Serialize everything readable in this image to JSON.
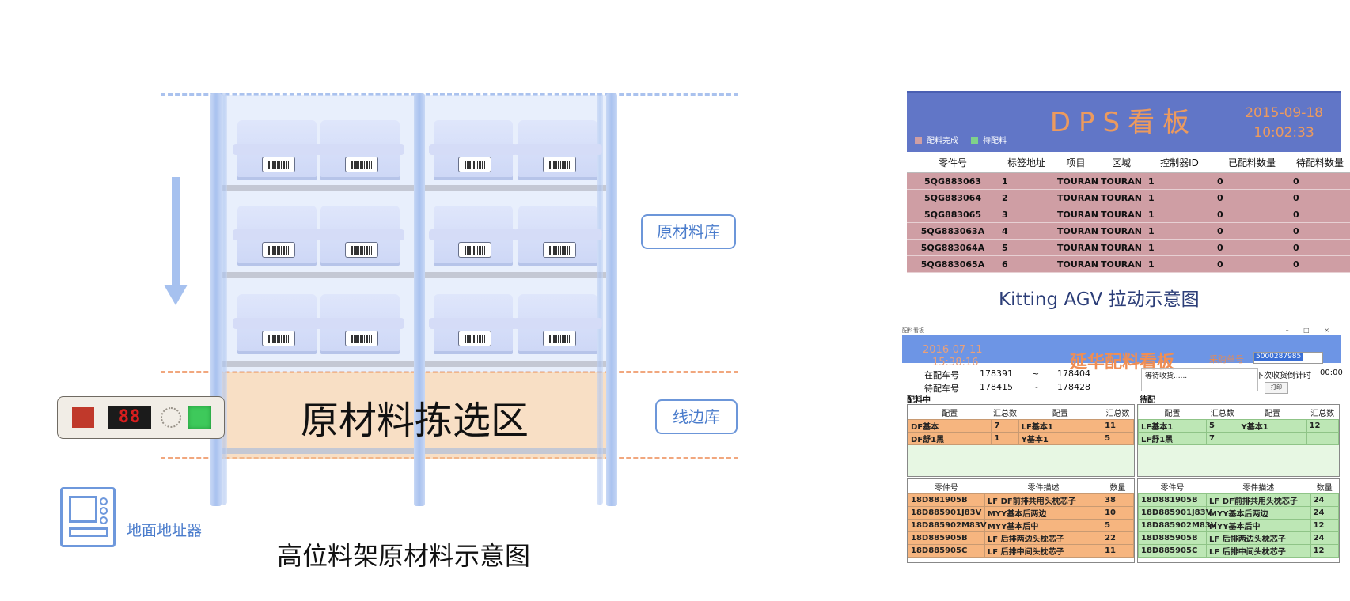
{
  "left_diagram": {
    "pick_zone_title": "原材料拣选区",
    "tag_raw_store": "原材料库",
    "tag_line_store": "线边库",
    "floor_label": "地面地址器",
    "controller_display": "88",
    "caption": "高位料架原材料示意图",
    "colors": {
      "blue": "#a6c1ef",
      "orange": "#f1a77e",
      "pick_zone": "#f2c496"
    }
  },
  "dps_board": {
    "title": "DPS看板",
    "date": "2015-09-18",
    "time": "10:02:33",
    "legend": [
      {
        "label": "配料完成",
        "color": "#cf9ea4"
      },
      {
        "label": "待配料",
        "color": "#7fd18a"
      }
    ],
    "columns": [
      "零件号",
      "标签地址",
      "项目",
      "区域",
      "控制器ID",
      "已配料数量",
      "待配料数量"
    ],
    "rows": [
      [
        "5QG883063",
        "1",
        "TOURAN",
        "TOURAN",
        "1",
        "0",
        "0"
      ],
      [
        "5QG883064",
        "2",
        "TOURAN",
        "TOURAN",
        "1",
        "0",
        "0"
      ],
      [
        "5QG883065",
        "3",
        "TOURAN",
        "TOURAN",
        "1",
        "0",
        "0"
      ],
      [
        "5QG883063A",
        "4",
        "TOURAN",
        "TOURAN",
        "1",
        "0",
        "0"
      ],
      [
        "5QG883064A",
        "5",
        "TOURAN",
        "TOURAN",
        "1",
        "0",
        "0"
      ],
      [
        "5QG883065A",
        "6",
        "TOURAN",
        "TOURAN",
        "1",
        "0",
        "0"
      ]
    ],
    "caption": "Kitting AGV 拉动示意图"
  },
  "yanhua_board": {
    "window_title": "配料看板",
    "date": "2016-07-11",
    "time": "15:38:16",
    "title": "延华配料看板",
    "order_label": "采购单号",
    "order_value": "5000287985",
    "in_car_label": "在配车号",
    "in_car_from": "178391",
    "in_car_to": "178404",
    "wait_car_label": "待配车号",
    "wait_car_from": "178415",
    "wait_car_to": "178428",
    "tilde": "~",
    "waiting_text": "等待收货......",
    "countdown_label": "下次收货倒计时",
    "countdown_value": "00:00",
    "print_label": "打印",
    "section_active": "配料中",
    "section_pending": "待配",
    "summary_headers": [
      "配置",
      "汇总数",
      "配置",
      "汇总数"
    ],
    "active_summary": [
      [
        "DF基本",
        "7",
        "LF基本1",
        "11"
      ],
      [
        "DF舒1黑",
        "1",
        "Y基本1",
        "5"
      ]
    ],
    "pending_summary": [
      [
        "LF基本1",
        "5",
        "Y基本1",
        "12"
      ],
      [
        "LF舒1黑",
        "7",
        "",
        ""
      ]
    ],
    "detail_headers": [
      "零件号",
      "零件描述",
      "数量"
    ],
    "active_detail": [
      [
        "18D881905B",
        "LF DF前排共用头枕芯子",
        "38"
      ],
      [
        "18D885901J83V",
        "MYY基本后两边",
        "10"
      ],
      [
        "18D885902M83V",
        "MYY基本后中",
        "5"
      ],
      [
        "18D885905B",
        "LF 后排两边头枕芯子",
        "22"
      ],
      [
        "18D885905C",
        "LF 后排中间头枕芯子",
        "11"
      ]
    ],
    "pending_detail": [
      [
        "18D881905B",
        "LF DF前排共用头枕芯子",
        "24"
      ],
      [
        "18D885901J83V",
        "MYY基本后两边",
        "24"
      ],
      [
        "18D885902M83V",
        "MYY基本后中",
        "12"
      ],
      [
        "18D885905B",
        "LF 后排两边头枕芯子",
        "24"
      ],
      [
        "18D885905C",
        "LF 后排中间头枕芯子",
        "12"
      ]
    ]
  }
}
